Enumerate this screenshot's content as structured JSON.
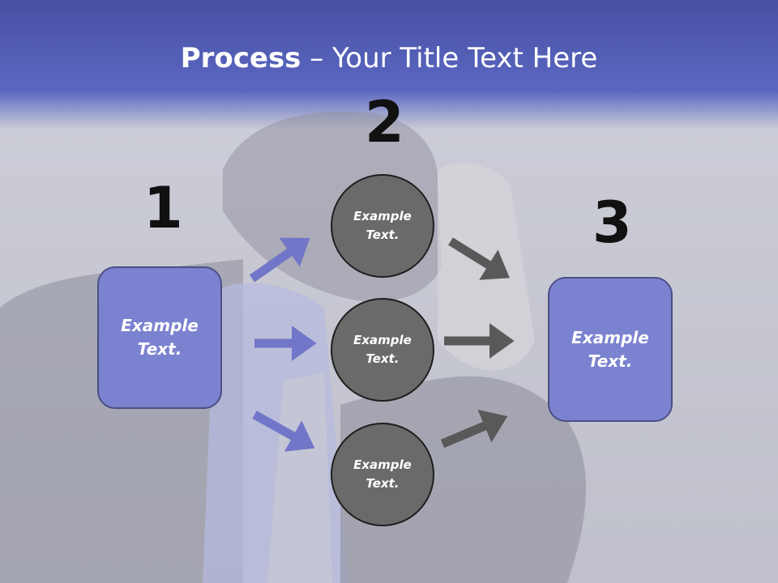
{
  "title": {
    "bold": "Process",
    "rest": " – Your Title Text Here"
  },
  "steps": {
    "one": "1",
    "two": "2",
    "three": "3"
  },
  "boxes": {
    "left": [
      "Example",
      "Text."
    ],
    "right": [
      "Example",
      "Text."
    ]
  },
  "circles": [
    [
      "Example",
      "Text."
    ],
    [
      "Example",
      "Text."
    ],
    [
      "Example",
      "Text."
    ]
  ],
  "colors": {
    "header": "#5b67c2",
    "box": "#7b82cf",
    "circle": "#6a6a6a",
    "arrow_blue": "#7176c8",
    "arrow_gray": "#595959"
  }
}
